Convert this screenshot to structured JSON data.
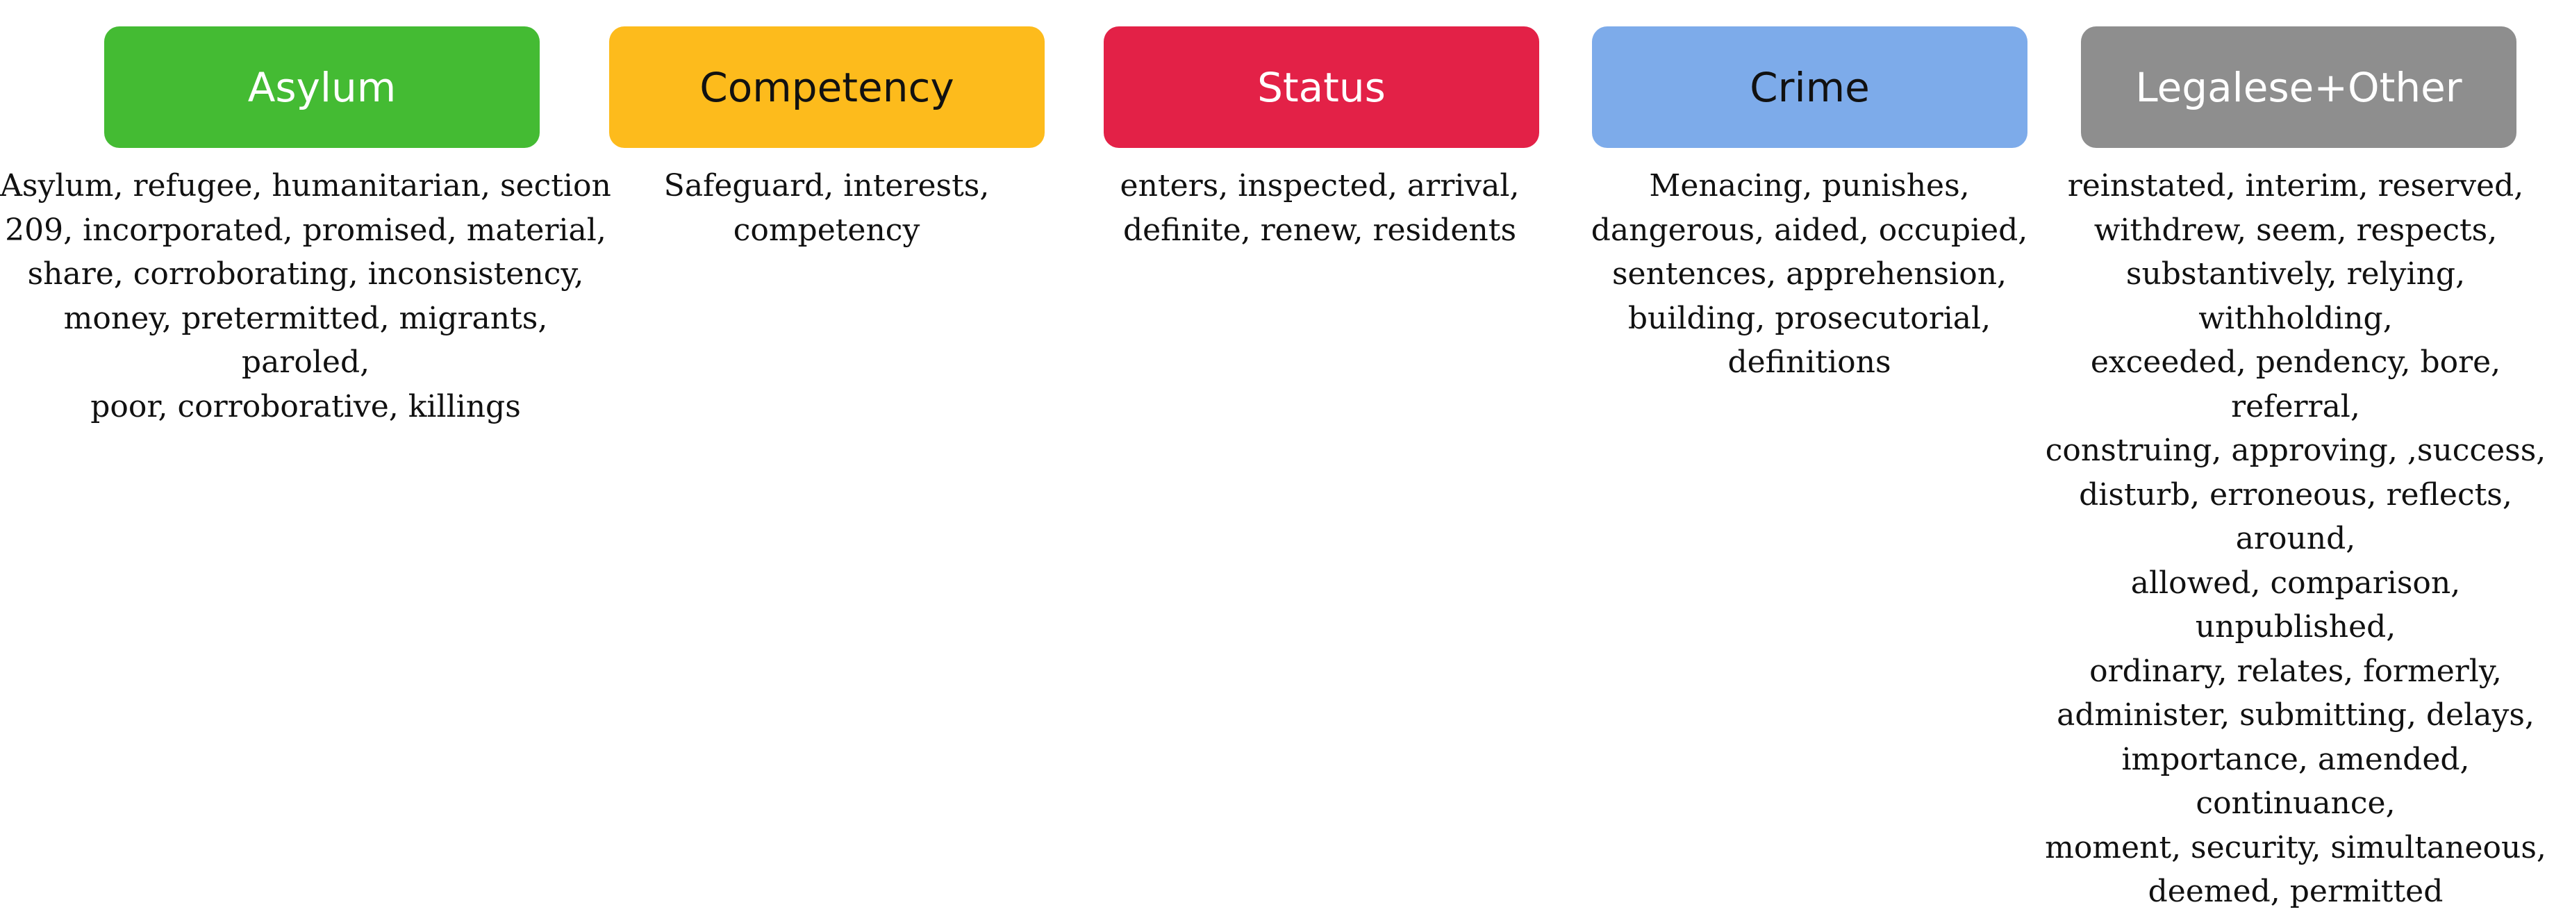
{
  "categories": [
    {
      "label": "Asylum",
      "color": "#44bb33",
      "text_color": "#ffffff",
      "terms": "Asylum, refugee, humanitarian, section\n209, incorporated, promised, material,\nshare, corroborating, inconsistency,\nmoney, pretermitted, migrants, paroled,\npoor, corroborative, killings"
    },
    {
      "label": "Competency",
      "color": "#fdbb1c",
      "text_color": "#111111",
      "terms": "Safeguard, interests,\ncompetency"
    },
    {
      "label": "Status",
      "color": "#e32147",
      "text_color": "#ffffff",
      "terms": "enters, inspected, arrival,\ndefinite, renew, residents"
    },
    {
      "label": "Crime",
      "color": "#7dabea",
      "text_color": "#111111",
      "terms": "Menacing, punishes,\ndangerous, aided, occupied,\nsentences, apprehension,\nbuilding, prosecutorial,\ndefinitions"
    },
    {
      "label": "Legalese+Other",
      "color": "#8e8e8e",
      "text_color": "#ffffff",
      "terms": "reinstated, interim, reserved,\nwithdrew, seem, respects,\nsubstantively, relying, withholding,\nexceeded, pendency, bore, referral,\nconstruing, approving, ,success,\ndisturb, erroneous, reflects, around,\nallowed, comparison, unpublished,\nordinary, relates, formerly,\nadminister, submitting, delays,\nimportance, amended, continuance,\nmoment, security, simultaneous,\ndeemed, permitted"
    }
  ]
}
